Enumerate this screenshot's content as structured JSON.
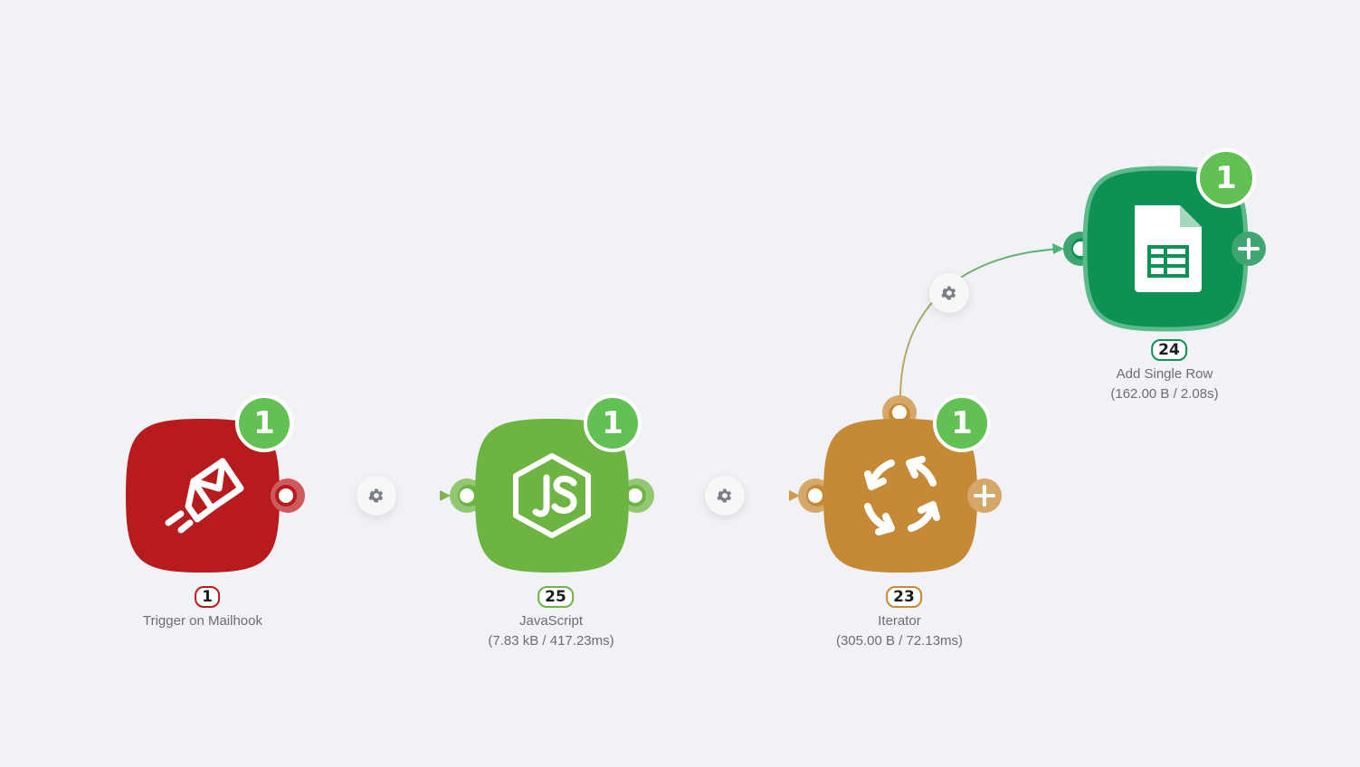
{
  "modules": [
    {
      "key": "mailhook",
      "label": "Trigger on Mailhook",
      "id": "1",
      "ops": "1",
      "stats": "",
      "color": "#b71b1e",
      "icon": "mail-send-icon"
    },
    {
      "key": "javascript",
      "label": "JavaScript",
      "id": "25",
      "ops": "1",
      "stats": "(7.83 kB / 417.23ms)",
      "color": "#6db443",
      "icon": "nodejs-icon"
    },
    {
      "key": "iterator",
      "label": "Iterator",
      "id": "23",
      "ops": "1",
      "stats": "(305.00 B / 72.13ms)",
      "color": "#c68935",
      "icon": "iterator-cycle-icon"
    },
    {
      "key": "sheets",
      "label": "Add Single Row",
      "id": "24",
      "ops": "1",
      "stats": "(162.00 B / 2.08s)",
      "color": "#0d9154",
      "icon": "google-sheets-icon"
    }
  ],
  "colors": {
    "canvas_bg": "#f1f2f5",
    "badge": "#62c153",
    "mailhook": "#b71b1e",
    "javascript": "#6db443",
    "iterator": "#c68935",
    "sheets": "#0d9154",
    "gear": "#7b7f87"
  }
}
